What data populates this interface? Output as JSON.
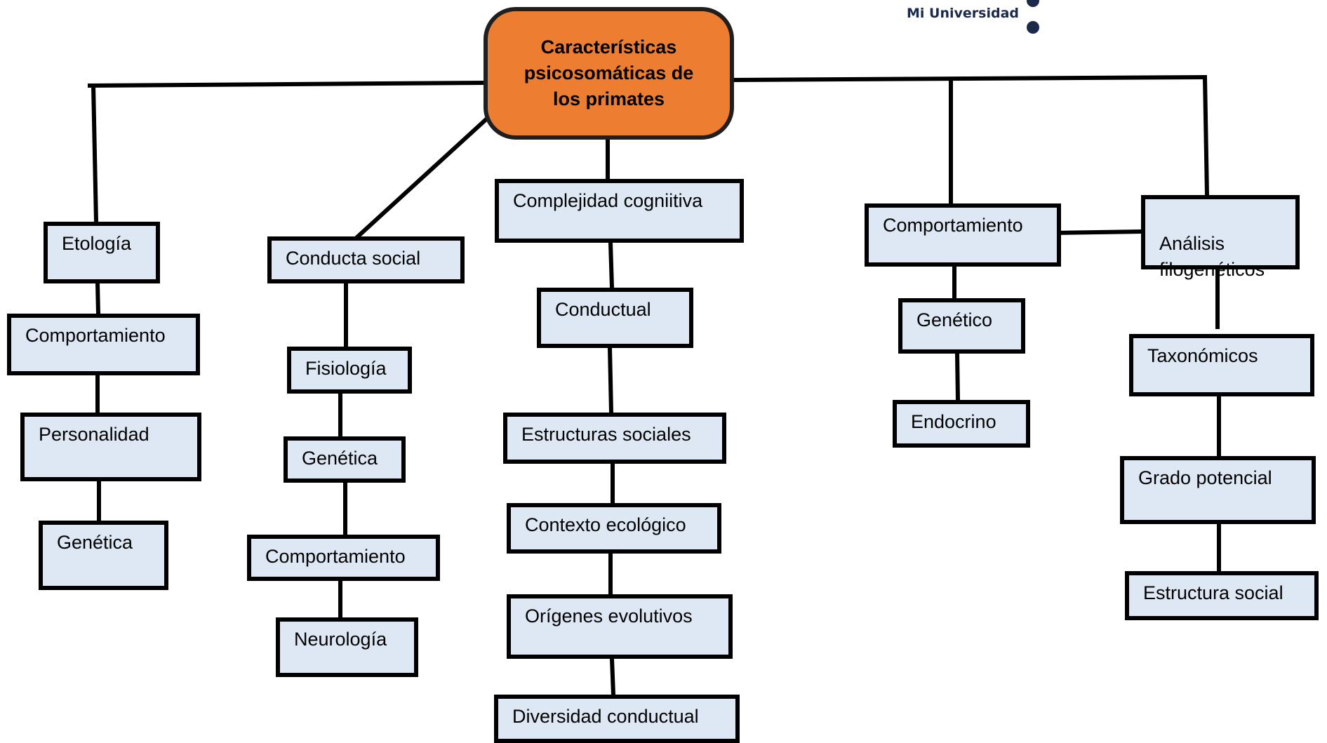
{
  "colors": {
    "root_fill": "#ed7d31",
    "node_fill": "#dde8f4",
    "border": "#000000",
    "logo": "#1b2a4a"
  },
  "logo": {
    "text": "Mi Universidad"
  },
  "root": {
    "text": "Características\npsicosomáticas de\nlos primates"
  },
  "branches": {
    "etologia": {
      "title": "Etología",
      "children": [
        "Comportamiento",
        "Personalidad",
        "Genética"
      ]
    },
    "conducta_social": {
      "title": "Conducta social",
      "children": [
        "Fisiología",
        "Genética",
        "Comportamiento",
        "Neurología"
      ]
    },
    "complejidad": {
      "title": "Complejidad cogniitiva",
      "children": [
        "Conductual",
        "Estructuras sociales",
        "Contexto ecológico",
        "Orígenes evolutivos",
        "Diversidad conductual"
      ]
    },
    "comportamiento": {
      "title": "Comportamiento",
      "children": [
        "Genético",
        "Endocrino"
      ]
    },
    "analisis": {
      "title": "Análisis\nfilogenéticos",
      "children": [
        "Taxonómicos",
        "Grado potencial",
        "Estructura social"
      ]
    }
  }
}
